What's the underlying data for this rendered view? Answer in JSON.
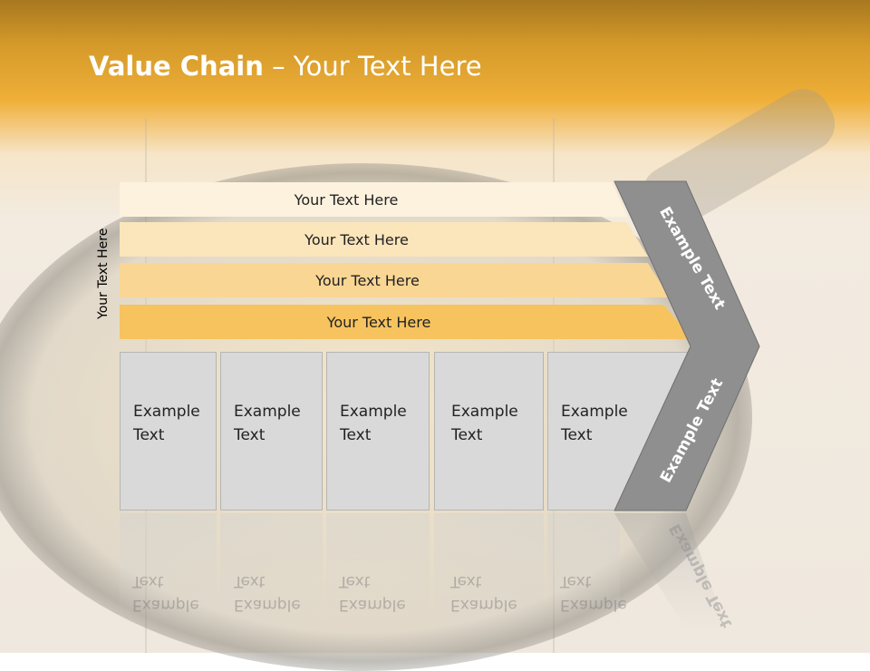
{
  "title": {
    "bold": "Value Chain",
    "rest": " – Your Text Here"
  },
  "vertical_label": "Your Text Here",
  "rows": [
    {
      "label": "Your Text Here"
    },
    {
      "label": "Your Text Here"
    },
    {
      "label": "Your Text Here"
    },
    {
      "label": "Your Text Here"
    }
  ],
  "boxes": [
    {
      "line1": "Example",
      "line2": "Text"
    },
    {
      "line1": "Example",
      "line2": "Text"
    },
    {
      "line1": "Example",
      "line2": "Text"
    },
    {
      "line1": "Example",
      "line2": "Text"
    },
    {
      "line1": "Example",
      "line2": "Text"
    }
  ],
  "chevron": {
    "upper_label": "Example Text",
    "lower_label": "Example Text"
  }
}
